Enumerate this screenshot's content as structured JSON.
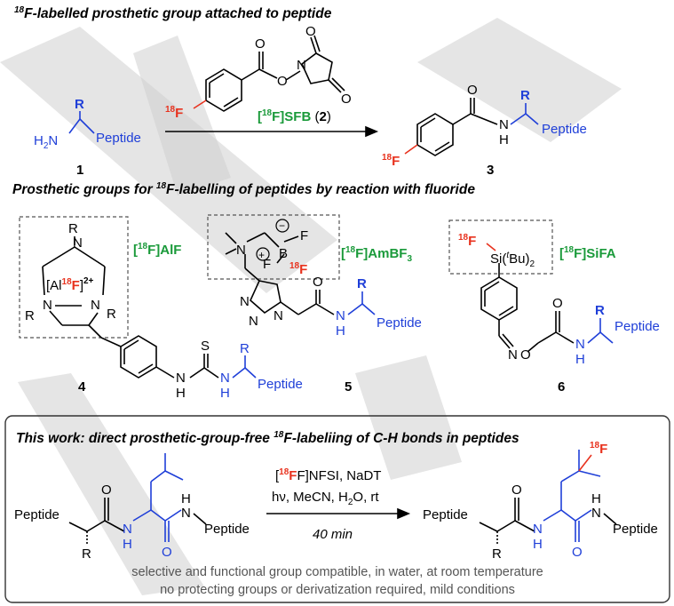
{
  "section1": {
    "title_sup": "18",
    "title_rest": "F-labelled prosthetic group attached to peptide"
  },
  "section2": {
    "title_pre": "Prosthetic groups for ",
    "title_sup": "18",
    "title_rest": "F-labelling of peptides by reaction with fluoride"
  },
  "section3": {
    "title_pre": "This work: direct prosthetic-group-free ",
    "title_sup": "18",
    "title_rest": "F-labeliing of C-H bonds in peptides"
  },
  "reaction1": {
    "sm_number": "1",
    "product_number": "3",
    "reagent_sup": "18",
    "reagent_name": "F]SFB",
    "reagent_bracket": "[",
    "reagent_number": "2"
  },
  "labels": {
    "R": "R",
    "peptide": "Peptide",
    "H2N_H": "H",
    "H2N_sub": "2",
    "H2N_N": "N",
    "O": "O",
    "N": "N",
    "H": "H",
    "S": "S",
    "B": "B",
    "F": "F",
    "F18_sup": "18",
    "F18_F": "F"
  },
  "compound4": {
    "number": "4",
    "tag_rest": "F]AlF",
    "al_pre": "[Al",
    "al_sup": "18",
    "al_F": "F",
    "al_post": "]",
    "al_charge": "2+"
  },
  "compound5": {
    "number": "5",
    "tag_rest": "F]AmBF",
    "tag_sub": "3"
  },
  "compound6": {
    "number": "6",
    "tag_rest": "F]SiFA",
    "si_text": "Si(",
    "tbu_sup": "t",
    "tbu_text": "Bu)",
    "tbu_sub": "2"
  },
  "reaction3": {
    "reagent1_pre": "[",
    "reagent1_sup": "18",
    "reagent1_rest": "F]NFSI, NaDT",
    "reagent2_a": "hν, MeCN, H",
    "reagent2_sub": "2",
    "reagent2_b": "O, rt",
    "time": "40 min",
    "note1": "selective and functional group compatible, in water, at room temperature",
    "note2": "no protecting groups or derivatization required, mild conditions"
  },
  "colors": {
    "red": "#e8321e",
    "blue": "#1f3fd8",
    "green": "#1a9a3a",
    "black": "#000000",
    "grey": "#555555"
  }
}
